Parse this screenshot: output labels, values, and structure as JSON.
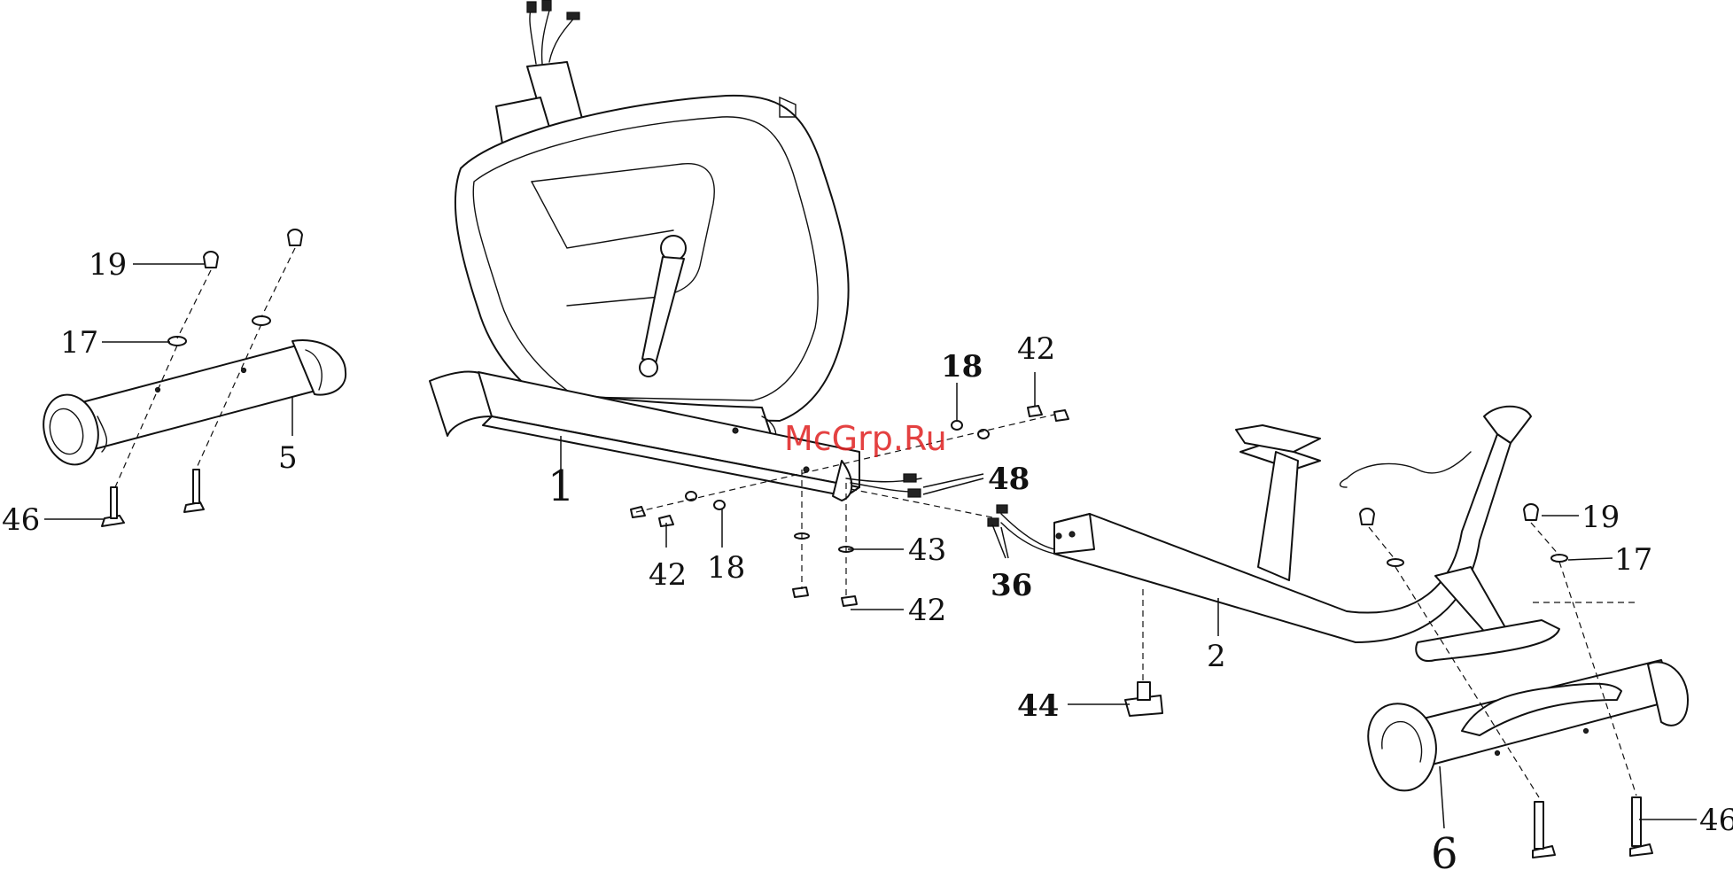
{
  "watermark": "McGrp.Ru",
  "callouts": {
    "c1": "1",
    "c2": "2",
    "c5": "5",
    "c6": "6",
    "c17a": "17",
    "c17b": "17",
    "c18a": "18",
    "c18b": "18",
    "c19a": "19",
    "c19b": "19",
    "c36": "36",
    "c42a": "42",
    "c42b": "42",
    "c42c": "42",
    "c43": "43",
    "c44": "44",
    "c46a": "46",
    "c46b": "46",
    "c48": "48"
  }
}
